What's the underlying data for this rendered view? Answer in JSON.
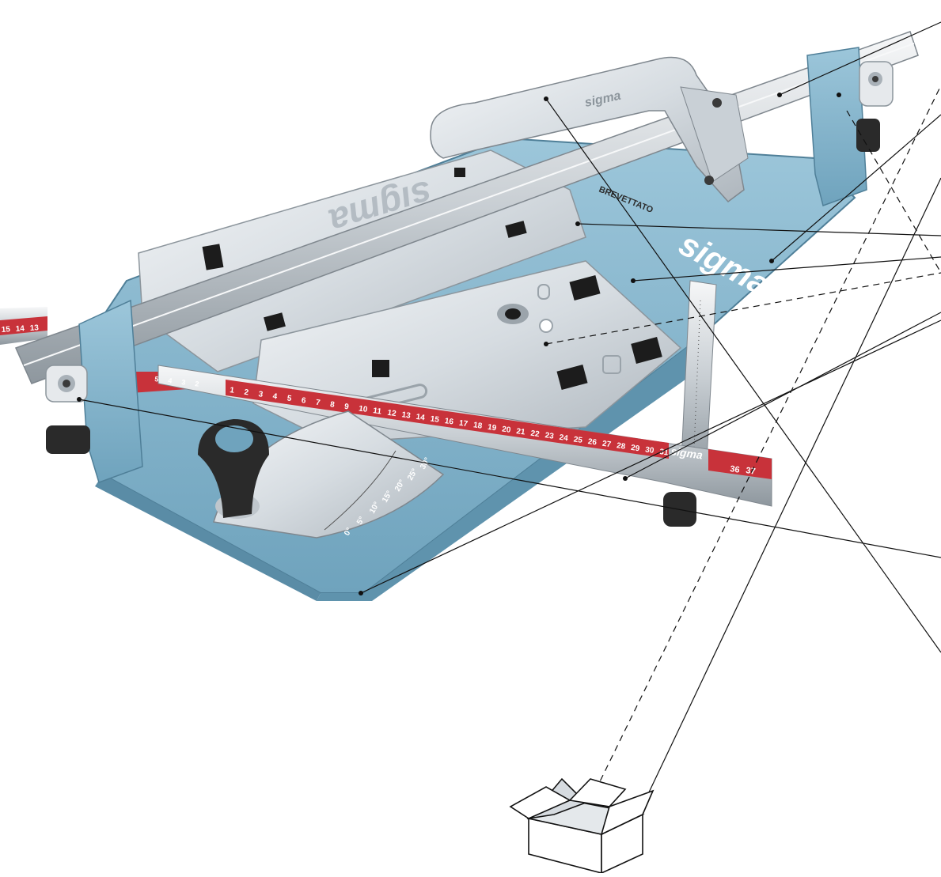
{
  "brand": {
    "logo_text": "sigma",
    "patent_text": "BREVETTATO"
  },
  "ruler": {
    "ticks_main": [
      "1",
      "2",
      "3",
      "4",
      "5",
      "6",
      "7",
      "8",
      "9",
      "10",
      "11",
      "12",
      "13",
      "14",
      "15",
      "16",
      "17",
      "18",
      "19",
      "20",
      "21",
      "22",
      "23",
      "24",
      "25",
      "26",
      "27",
      "28",
      "29",
      "30",
      "31"
    ],
    "ticks_left": [
      "15",
      "14",
      "13"
    ],
    "ticks_left_small": [
      "5",
      "4",
      "3",
      "2"
    ],
    "ticks_end": [
      "36",
      "37"
    ]
  },
  "protractor": {
    "degree_labels": [
      "0°",
      "5°",
      "10°",
      "15°",
      "20°",
      "25°",
      "30°"
    ]
  },
  "colors": {
    "body_blue": "#89b9d1",
    "body_blue_dark": "#5f93ad",
    "metal": "#dfe4e8",
    "metal_dark": "#a9b1b8",
    "ruler_red": "#c8323a",
    "knob": "#2a2a2a",
    "leader": "#111111"
  }
}
